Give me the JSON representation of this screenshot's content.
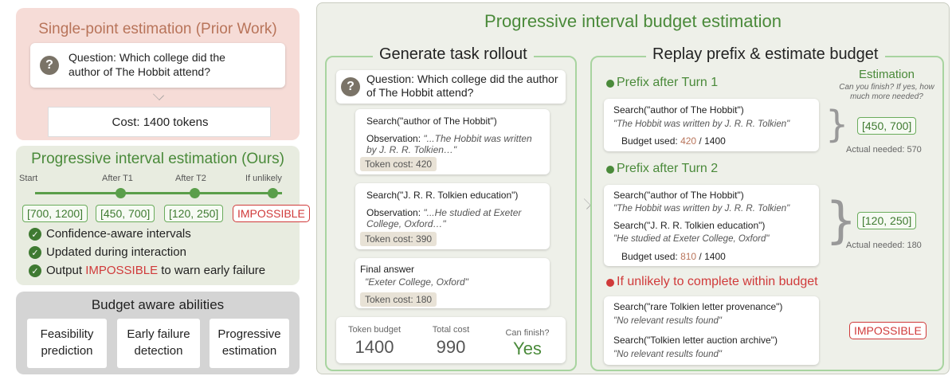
{
  "left": {
    "single": {
      "title": "Single-point estimation (Prior Work)",
      "question": "Question: Which college did the author of The Hobbit attend?",
      "cost": "Cost: 1400 tokens"
    },
    "progressive": {
      "title": "Progressive interval estimation (Ours)",
      "stages": [
        "Start",
        "After T1",
        "After T2",
        "If unlikely"
      ],
      "intervals": [
        "[700, 1200]",
        "[450, 700]",
        "[120, 250]"
      ],
      "impossible": "IMPOSSIBLE",
      "bullets": [
        "Confidence-aware intervals",
        "Updated during interaction"
      ],
      "bullet3_pre": "Output ",
      "bullet3_red": "IMPOSSIBLE",
      "bullet3_post": " to warn early failure"
    },
    "abilities": {
      "title": "Budget aware abilities",
      "items": [
        {
          "l1": "Feasibility",
          "l2": "prediction"
        },
        {
          "l1": "Early failure",
          "l2": "detection"
        },
        {
          "l1": "Progressive",
          "l2": "estimation"
        }
      ]
    }
  },
  "right": {
    "title": "Progressive interval budget estimation",
    "rollout": {
      "title": "Generate task rollout",
      "question": "Question: Which college did the author of The Hobbit attend?",
      "steps": [
        {
          "action": "Search(\"author of The Hobbit\")",
          "obs_label": "Observation: ",
          "obs": "\"...The Hobbit was written by J. R. R. Tolkien…\"",
          "cost": "Token cost: 420"
        },
        {
          "action": "Search(\"J. R. R. Tolkien education\")",
          "obs_label": "Observation: ",
          "obs": "\"...He studied at Exeter College, Oxford…\"",
          "cost": "Token cost: 390"
        },
        {
          "action": "Final answer",
          "obs": "\"Exeter College, Oxford\"",
          "cost": "Token cost: 180"
        }
      ],
      "summary": [
        {
          "label": "Token budget",
          "value": "1400"
        },
        {
          "label": "Total cost",
          "value": "990"
        },
        {
          "label": "Can finish?",
          "value": "Yes"
        }
      ]
    },
    "replay": {
      "title": "Replay prefix & estimate budget",
      "estimation_title": "Estimation",
      "estimation_sub": "Can you finish? If yes, how much more needed?",
      "prefix1": {
        "heading": "Prefix after Turn 1",
        "lines": [
          "Search(\"author of The Hobbit\")",
          "\"The Hobbit was written by J. R. R. Tolkien\""
        ],
        "budget_pre": "Budget used: ",
        "budget_used": "420",
        "budget_post": " / 1400",
        "interval": "[450, 700]",
        "actual": "Actual needed: 570"
      },
      "prefix2": {
        "heading": "Prefix after Turn 2",
        "lines": [
          "Search(\"author of The Hobbit\")",
          "\"The Hobbit was written by J. R. R. Tolkien\"",
          "Search(\"J. R. R. Tolkien education\")",
          "\"He studied at Exeter College, Oxford\""
        ],
        "budget_pre": "Budget used: ",
        "budget_used": "810",
        "budget_post": " / 1400",
        "interval": "[120, 250]",
        "actual": "Actual needed: 180"
      },
      "prefix3": {
        "heading": "If unlikely to complete within budget",
        "lines": [
          "Search(\"rare Tolkien letter provenance\")",
          "\"No relevant results found\"",
          "Search(\"Tolkien letter auction archive\")",
          "\"No relevant results found\""
        ],
        "result": "IMPOSSIBLE"
      }
    }
  },
  "colors": {
    "green": "#4a8a3a",
    "red": "#d03a3a",
    "salmon": "#b8745a"
  }
}
